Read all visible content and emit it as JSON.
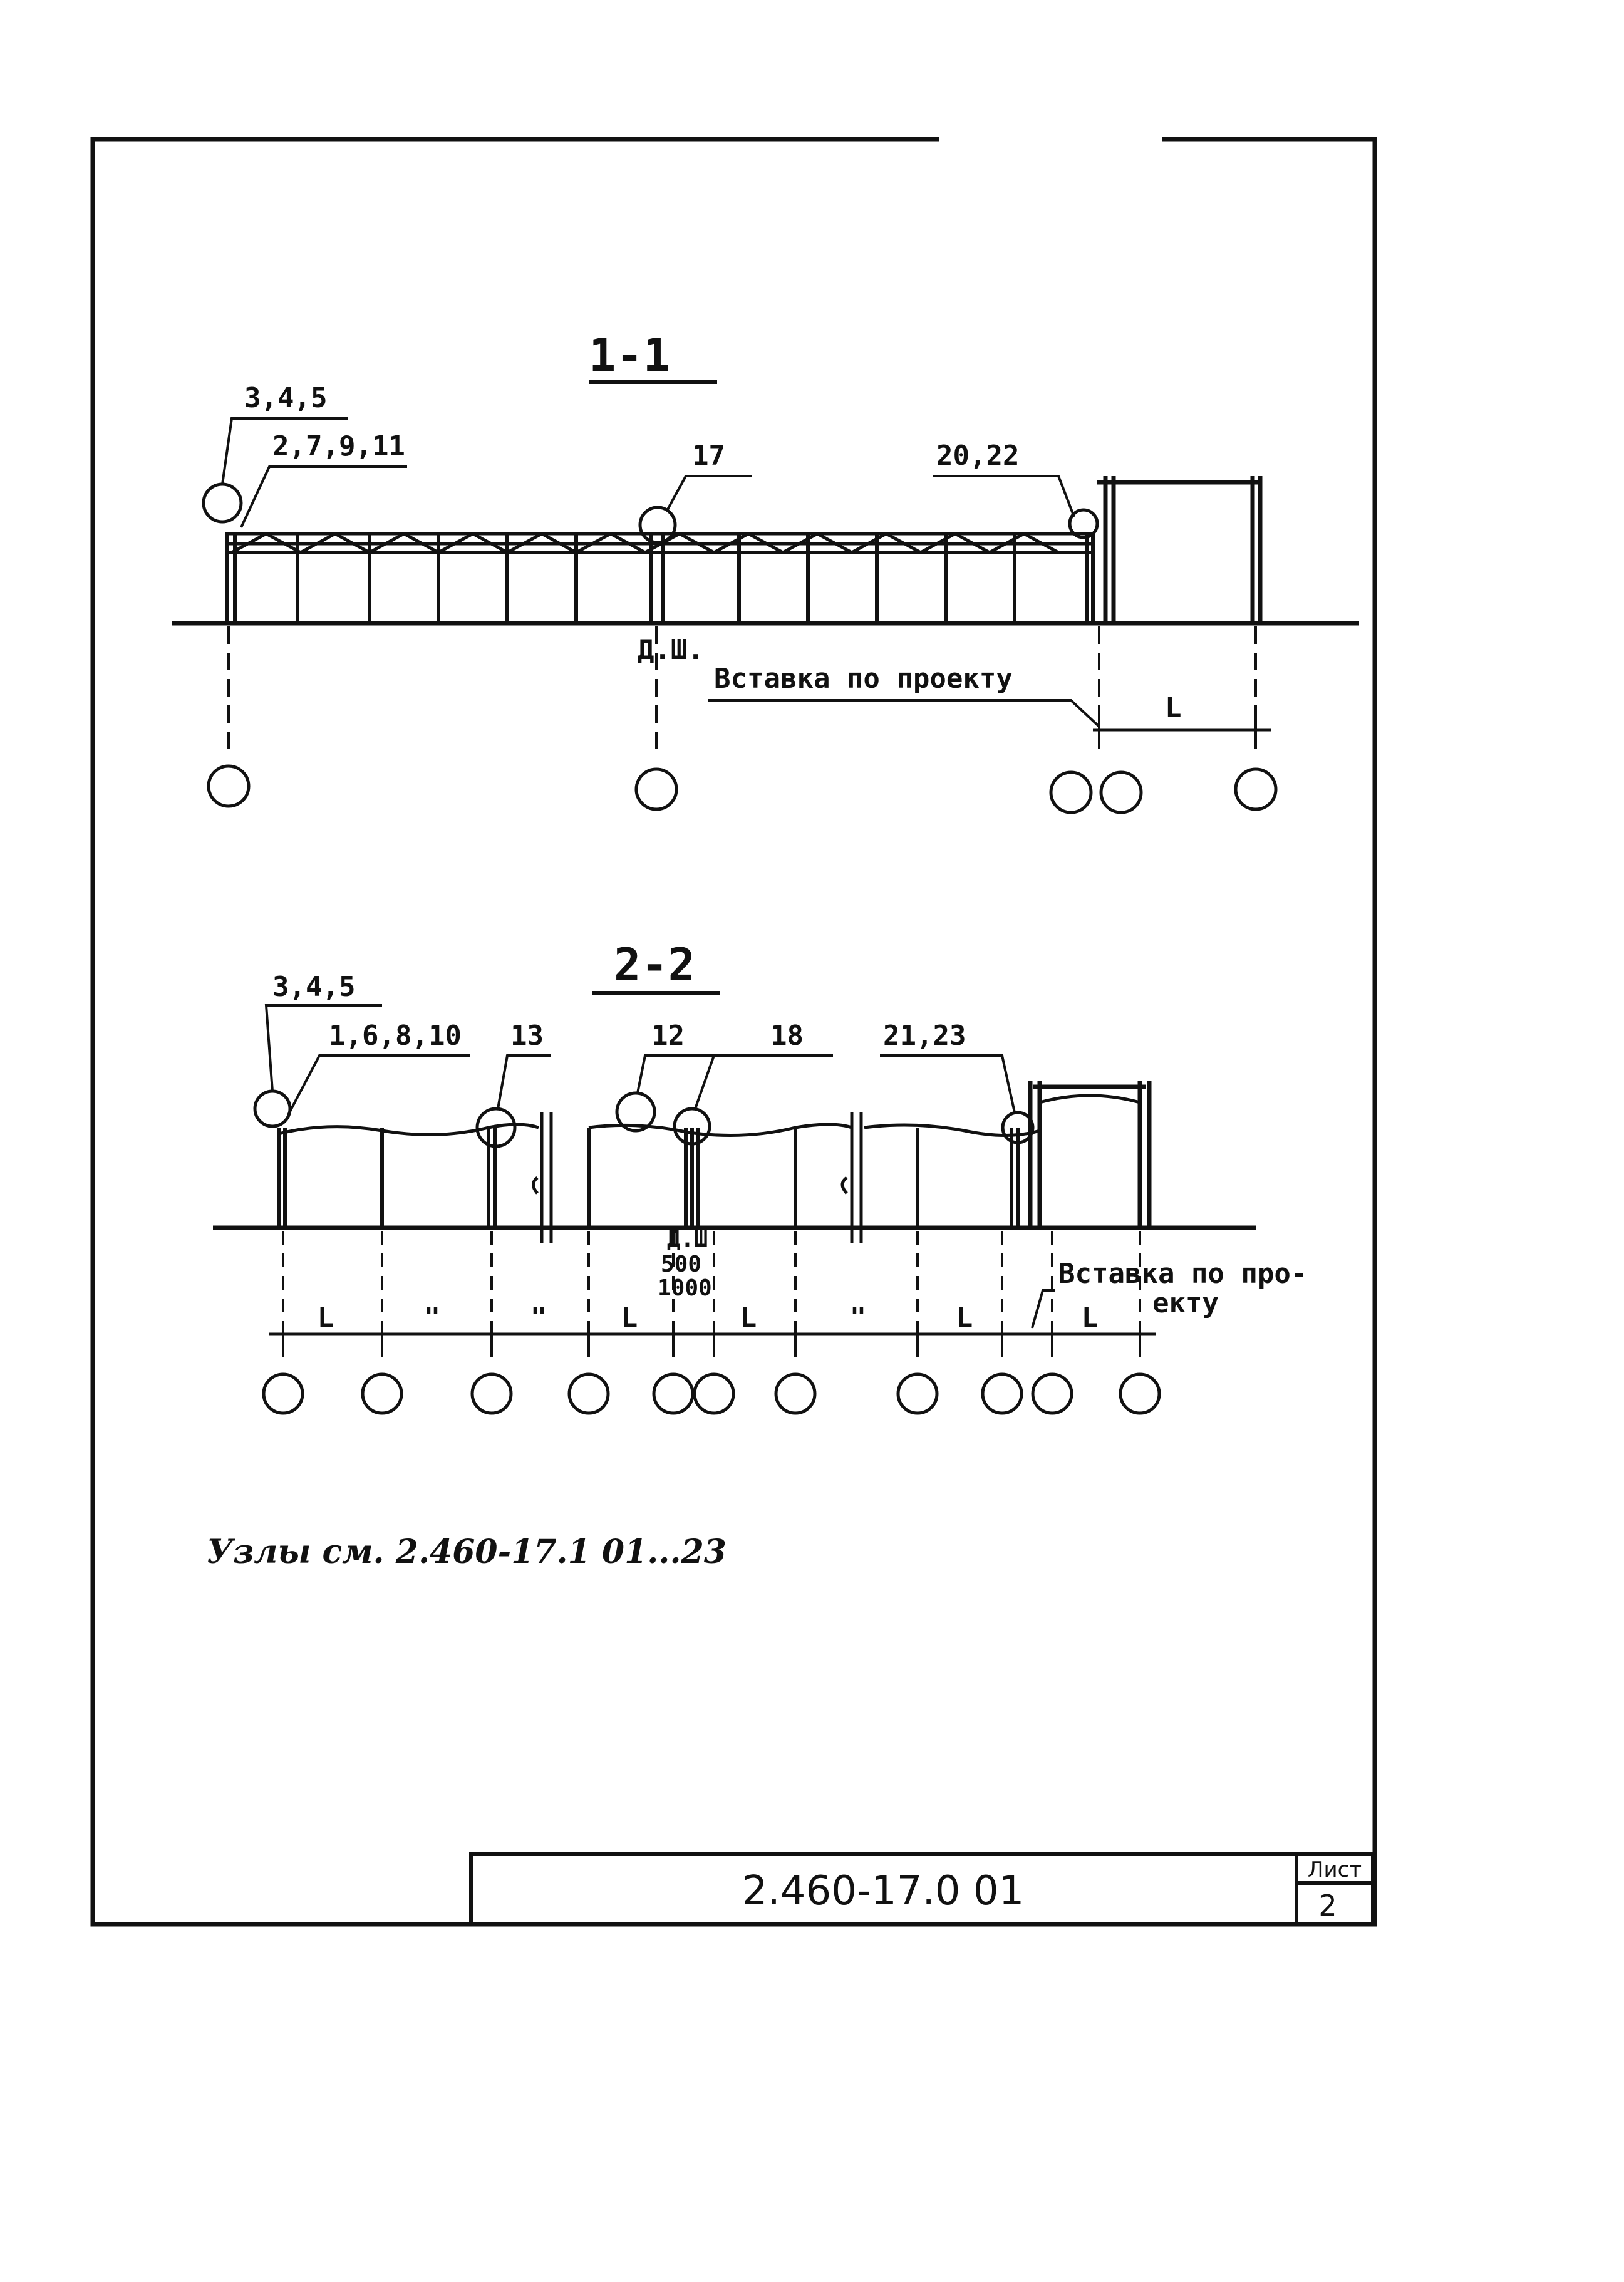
{
  "section1": {
    "title": "1-1",
    "callouts": [
      "3,4,5",
      "2,7,9,11",
      "17",
      "20,22"
    ],
    "joint_label": "Д.Ш.",
    "insert_label": "Вставка по проекту",
    "span_label": "L"
  },
  "section2": {
    "title": "2-2",
    "callouts": [
      "3,4,5",
      "1,6,8,10",
      "13",
      "12",
      "18",
      "21,23"
    ],
    "joint_label": "Д.Ш",
    "joint_values": [
      "500",
      "1000"
    ],
    "insert_label_line1": "Вставка по про-",
    "insert_label_line2": "екту",
    "spans": [
      "L",
      "\"",
      "\"",
      "L",
      "L",
      "\"",
      "L",
      "L"
    ]
  },
  "note": "Узлы см. 2.460-17.1 01...23",
  "title_block": {
    "code": "2.460-17.0 01",
    "sheet_label": "Лист",
    "sheet_number": "2"
  }
}
